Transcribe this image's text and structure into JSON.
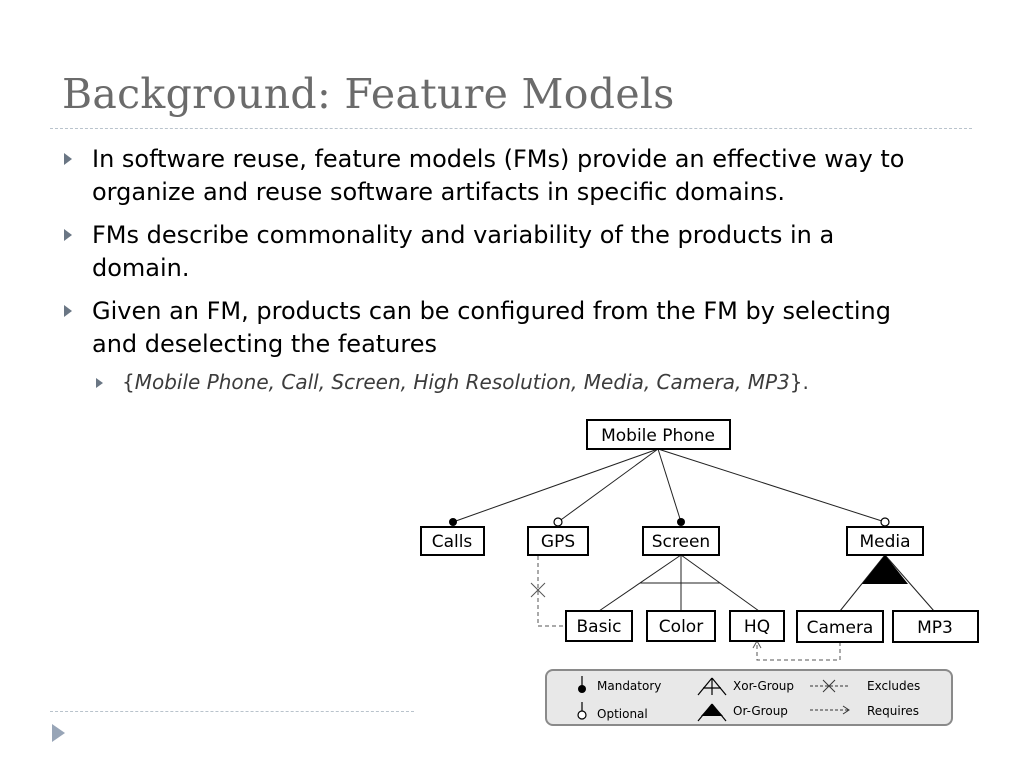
{
  "slide": {
    "title": "Background: Feature Models",
    "bullets": [
      {
        "line1": "In software reuse, feature models (FMs) provide an effective way to",
        "line2": "organize and reuse software artifacts in specific domains."
      },
      {
        "line1": "FMs describe commonality and variability of the products in a",
        "line2": "domain."
      },
      {
        "line1": "Given an FM, products can be configured from the FM by selecting",
        "line2": "and deselecting the features"
      }
    ],
    "sub_bullet": {
      "open": "{",
      "text": "Mobile Phone, Call, Screen, High Resolution, Media, Camera, MP3",
      "close": "}."
    }
  },
  "diagram": {
    "root": "Mobile Phone",
    "children": [
      "Calls",
      "GPS",
      "Screen",
      "Media"
    ],
    "screen_children": [
      "Basic",
      "Color",
      "HQ"
    ],
    "media_children": [
      "Camera",
      "MP3"
    ],
    "legend": {
      "mandatory": "Mandatory",
      "optional": "Optional",
      "xor_group": "Xor-Group",
      "or_group": "Or-Group",
      "excludes": "Excludes",
      "requires": "Requires"
    }
  },
  "colors": {
    "title": "#6b6b6b",
    "bullet_marker": "#6a7684",
    "rule": "#b9c3cc",
    "legend_fill": "#e8e8e8"
  }
}
